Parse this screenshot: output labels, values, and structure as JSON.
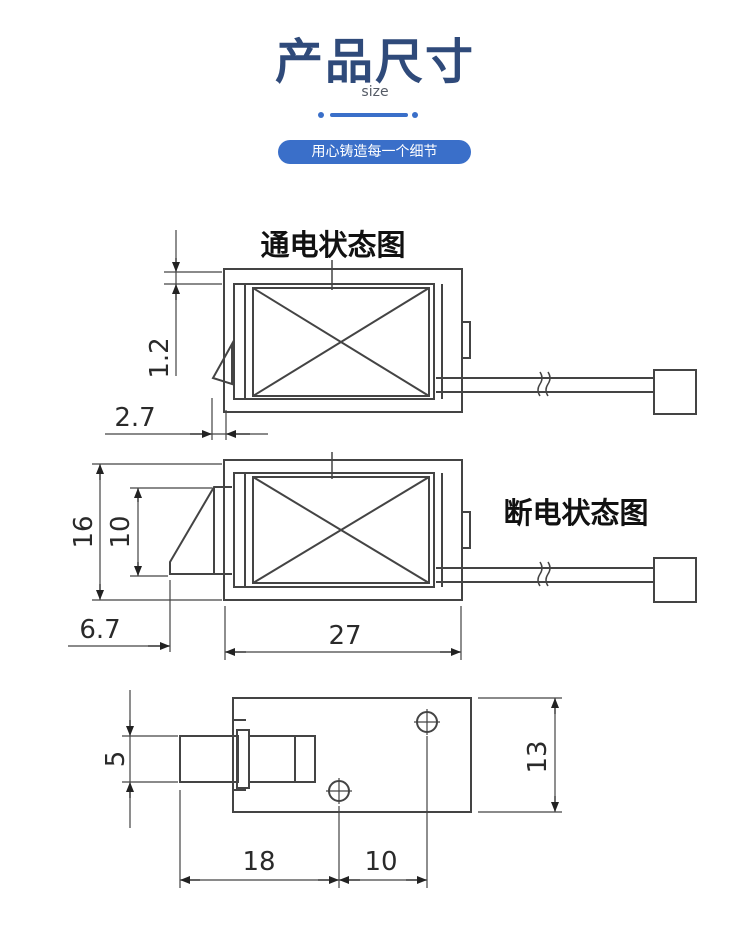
{
  "header": {
    "title": "产品尺寸",
    "subtitle": "size",
    "slogan": "用心铸造每一个细节"
  },
  "diagram": {
    "energized_label": "通电状态图",
    "deenergized_label": "断电状态图",
    "dimensions": {
      "d_1_2": "1.2",
      "d_2_7": "2.7",
      "d_16": "16",
      "d_10_side": "10",
      "d_6_7": "6.7",
      "d_27": "27",
      "d_5": "5",
      "d_13": "13",
      "d_18": "18",
      "d_10_bottom": "10"
    }
  },
  "colors": {
    "title": "#2f4a7a",
    "accent": "#3a6fc9",
    "line": "#444444"
  }
}
